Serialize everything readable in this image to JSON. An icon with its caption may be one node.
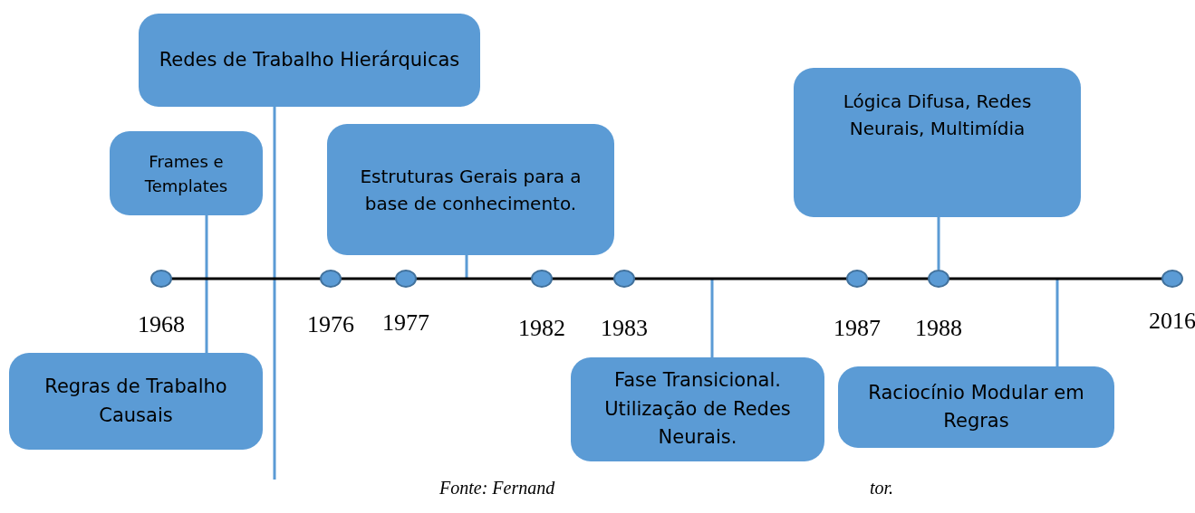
{
  "diagram": {
    "nodes": [
      {
        "text": [
          "Redes de Trabalho Hierárquicas"
        ]
      },
      {
        "text": [
          "Frames e Templates"
        ]
      },
      {
        "text": [
          "Estruturas Gerais para a base de conhecimento."
        ]
      },
      {
        "text": [
          "Lógica Difusa, Redes Neurais, Multimídia"
        ]
      },
      {
        "text": [],
        "shape": "circle",
        "beside": [
          "1968"
        ]
      },
      {
        "text": [],
        "shape": "circle",
        "beside": [
          "1976"
        ]
      },
      {
        "text": [],
        "shape": "circle",
        "beside": [
          "1977"
        ]
      },
      {
        "text": [],
        "shape": "circle",
        "beside": [
          "1982"
        ]
      },
      {
        "text": [],
        "shape": "circle",
        "beside": [
          "1983"
        ]
      },
      {
        "text": [],
        "shape": "circle",
        "beside": [
          "1987"
        ]
      },
      {
        "text": [],
        "shape": "circle",
        "beside": [
          "1988"
        ]
      },
      {
        "text": [],
        "shape": "circle",
        "beside": [
          "2016"
        ]
      },
      {
        "text": [
          "Regras de Trabalho Causais"
        ]
      },
      {
        "text": [
          "Raciocínio Modular em Regras"
        ]
      },
      {
        "text": [
          "Fase Transicional. Utilização de Redes Neurais."
        ]
      }
    ],
    "edges": [
      {
        "from": 1,
        "to": 12,
        "arrow": "none"
      },
      {
        "from": 0,
        "to": null,
        "arrow": "none"
      },
      {
        "from": 2,
        "to": null,
        "arrow": "none"
      },
      {
        "from": 3,
        "to": 10,
        "arrow": "none"
      },
      {
        "from": 14,
        "to": null,
        "arrow": "none"
      },
      {
        "from": 13,
        "to": null,
        "arrow": "none"
      }
    ],
    "labels": [
      "Fonte: Fernand",
      "tor."
    ]
  }
}
